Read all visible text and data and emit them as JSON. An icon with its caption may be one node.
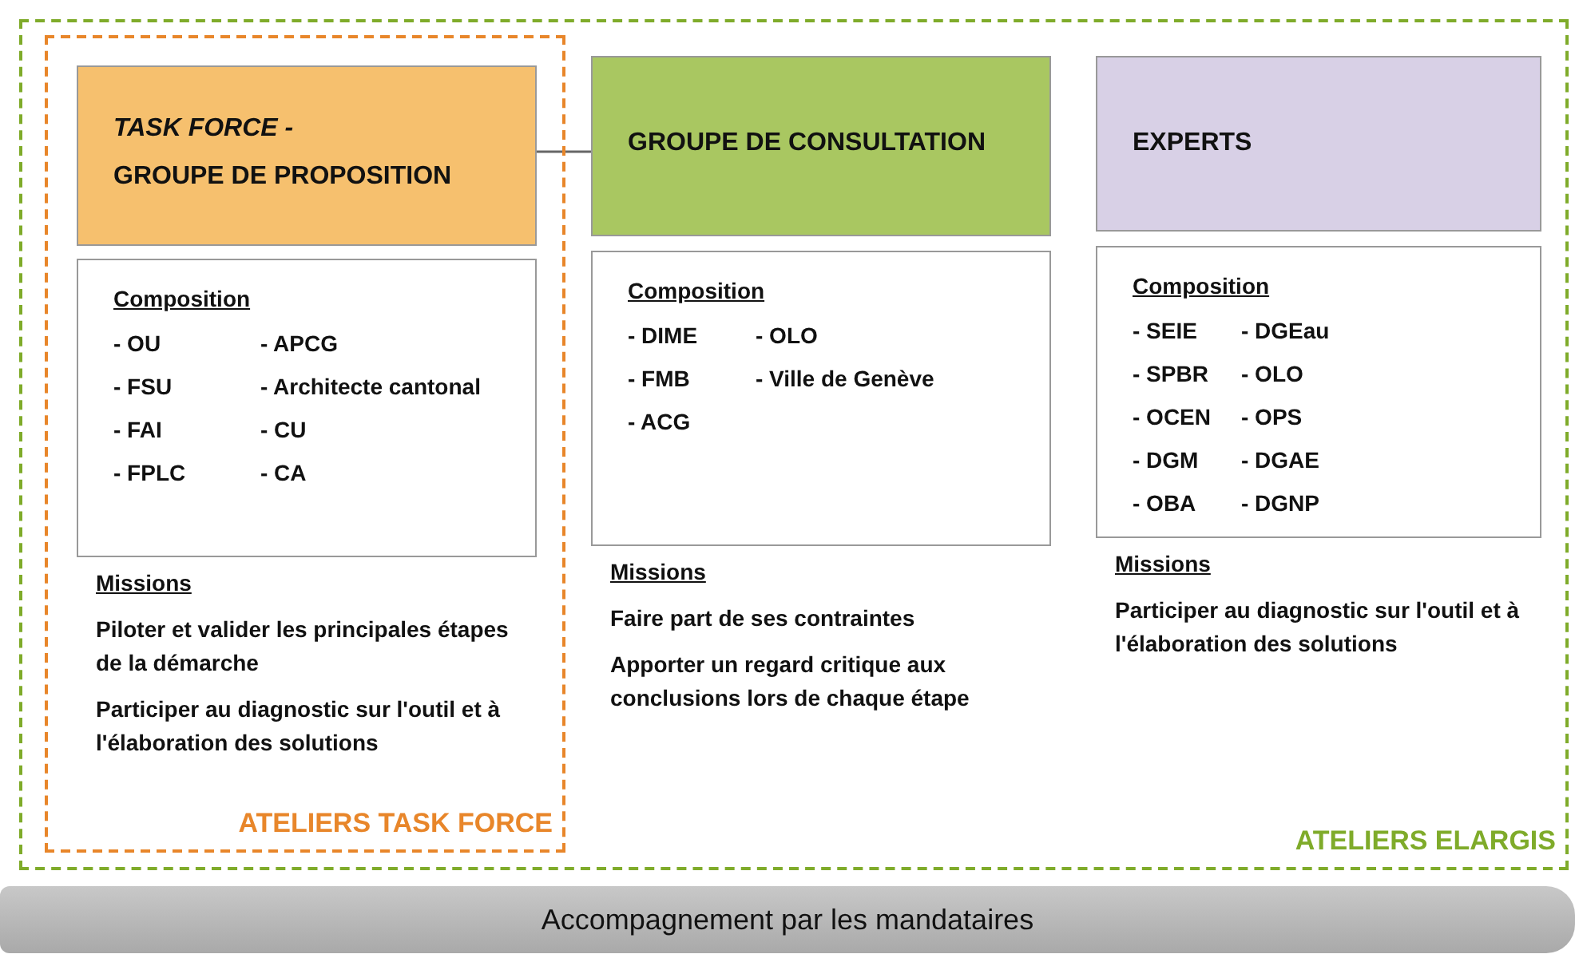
{
  "diagram": {
    "nodes": [
      {
        "text": [
          "ATELIERS ELARGIS"
        ]
      },
      {
        "text": [
          "ATELIERS TASK FORCE"
        ],
        "in": 0
      },
      {
        "text": [
          "TASK FORCE -",
          "GROUPE DE PROPOSITION"
        ],
        "in": 1
      },
      {
        "text": [
          "Composition",
          "- OU",
          "- APCG",
          "- FSU",
          "- Architecte cantonal",
          "- FAI",
          "- CU",
          "- FPLC",
          "- CA"
        ],
        "in": 1,
        "beside": [
          "Missions",
          "Piloter et valider les principales étapes de la démarche",
          "Participer au diagnostic sur l'outil et à l'élaboration des solutions"
        ]
      },
      {
        "text": [
          "GROUPE DE CONSULTATION"
        ],
        "in": 0
      },
      {
        "text": [
          "Composition",
          "- DIME",
          "- OLO",
          "- FMB",
          "- Ville de Genève",
          "- ACG"
        ],
        "in": 0,
        "beside": [
          "Missions",
          "Faire part de ses contraintes",
          "Apporter un regard critique aux conclusions lors de chaque étape"
        ]
      },
      {
        "text": [
          "EXPERTS"
        ],
        "in": 0
      },
      {
        "text": [
          "Composition",
          "- SEIE",
          "- DGEau",
          "- SPBR",
          "- OLO",
          "- OCEN",
          "- OPS",
          "- DGM",
          "- DGAE",
          "- OBA",
          "- DGNP"
        ],
        "in": 0,
        "beside": [
          "Missions",
          "Participer au diagnostic sur l'outil et à l'élaboration des solutions"
        ]
      },
      {
        "text": [
          "Accompagnement par les mandataires"
        ]
      }
    ],
    "edges": [
      {
        "from": 2,
        "to": 4,
        "arrow": "none"
      }
    ]
  }
}
